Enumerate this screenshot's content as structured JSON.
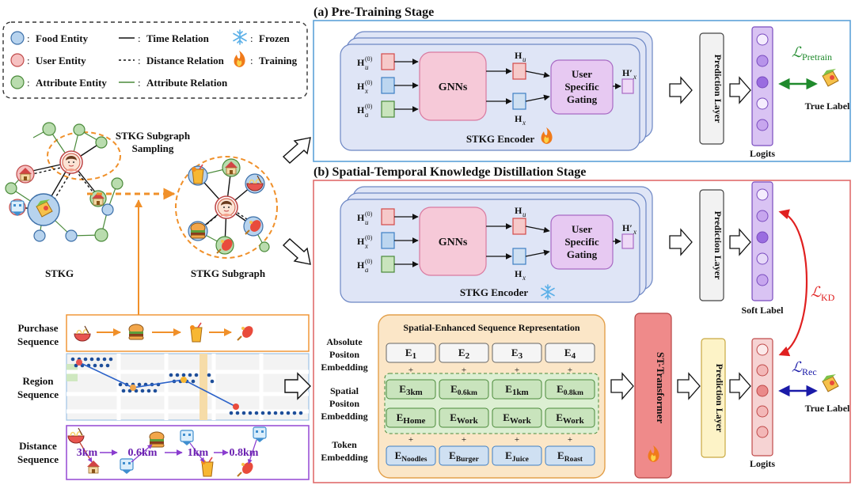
{
  "legend": {
    "food": "Food Entity",
    "user": "User Entity",
    "attribute": "Attribute Entity",
    "time": "Time Relation",
    "distance": "Distance Relation",
    "attribute_rel": "Attribute Relation",
    "frozen": "Frozen",
    "training": "Training",
    "colon": ":"
  },
  "left": {
    "stkg": "STKG",
    "sampling_1": "STKG Subgraph",
    "sampling_2": "Sampling",
    "subgraph": "STKG Subgraph",
    "purchase_1": "Purchase",
    "purchase_2": "Sequence",
    "region_1": "Region",
    "region_2": "Sequence",
    "distance_1": "Distance",
    "distance_2": "Sequence",
    "distances": [
      "3km",
      "0.6km",
      "1km",
      "0.8km"
    ]
  },
  "stage_a": {
    "title": "(a) Pre-Training Stage",
    "gnn": "GNNs",
    "gating_1": "User",
    "gating_2": "Specific",
    "gating_3": "Gating",
    "encoder": "STKG Encoder",
    "prediction": "Prediction Layer",
    "logits": "Logits",
    "loss_main": "ℒ",
    "loss_sub": "Pretrain",
    "true_label": "True Label",
    "h_u0": "H",
    "h_x0": "H",
    "h_a0": "H",
    "sup0": "(0)",
    "sub_u": "u",
    "sub_x": "x",
    "sub_a": "a",
    "hu": "H",
    "hx": "H",
    "hprime": "H′"
  },
  "stage_b": {
    "title": "(b) Spatial-Temporal Knowledge Distillation Stage",
    "gnn": "GNNs",
    "gating_1": "User",
    "gating_2": "Specific",
    "gating_3": "Gating",
    "encoder": "STKG Encoder",
    "prediction": "Prediction Layer",
    "soft_label": "Soft Label",
    "kd_main": "ℒ",
    "kd_sub": "KD",
    "rec_main": "ℒ",
    "rec_sub": "Rec",
    "true_label": "True Label",
    "logits": "Logits",
    "seq_title": "Spatial-Enhanced Sequence Representation",
    "abs_1": "Absolute",
    "abs_2": "Positon",
    "abs_3": "Embedding",
    "spa_1": "Spatial",
    "spa_2": "Positon",
    "spa_3": "Embedding",
    "tok_1": "Token",
    "tok_2": "Embedding",
    "plus": "+",
    "e": "E",
    "abs_subs": [
      "1",
      "2",
      "3",
      "4"
    ],
    "dist_subs": [
      "3km",
      "0.6km",
      "1km",
      "0.8km"
    ],
    "place_subs": [
      "Home",
      "Work",
      "Work",
      "Work"
    ],
    "token_subs": [
      "Noodles",
      "Burger",
      "Juice",
      "Roast"
    ],
    "st_transformer": "ST-Transformer",
    "prediction2": "Prediction Layer",
    "hu": "H",
    "hx": "H",
    "hprime": "H′",
    "h0": "H",
    "sup0": "(0)",
    "sub_u": "u",
    "sub_x": "x",
    "sub_a": "a"
  },
  "colors": {
    "food": "#b7d3ee",
    "user": "#f6c1c1",
    "attribute": "#b9dcae",
    "stage_a_border": "#5da2d8",
    "stage_b_border": "#e06c6c",
    "encoder_bg": "#dfe5f6",
    "gnn_bg": "#f6c9d8",
    "gating_bg": "#e7c9f2",
    "seq_bg": "#fbe6c7",
    "seq_border": "#e3a04b",
    "spatial_bg": "#c9e4bd",
    "token_bg": "#cfe0f2",
    "st_bg": "#ef8a8a",
    "pred_yellow": "#fdf3c7",
    "logits_purple": "#c7a6ee",
    "logits_red": "#f3b7b7",
    "orange": "#f0902a",
    "purple_border": "#9b53d6",
    "kd_red": "#e02020",
    "rec_blue": "#1a1aa8",
    "pre_green": "#1f8a2c"
  },
  "icons": [
    "snowflake-icon",
    "flame-icon",
    "burger-icon",
    "juice-icon",
    "noodle-icon",
    "roast-icon",
    "user-avatar-icon",
    "house-icon",
    "building-icon"
  ]
}
